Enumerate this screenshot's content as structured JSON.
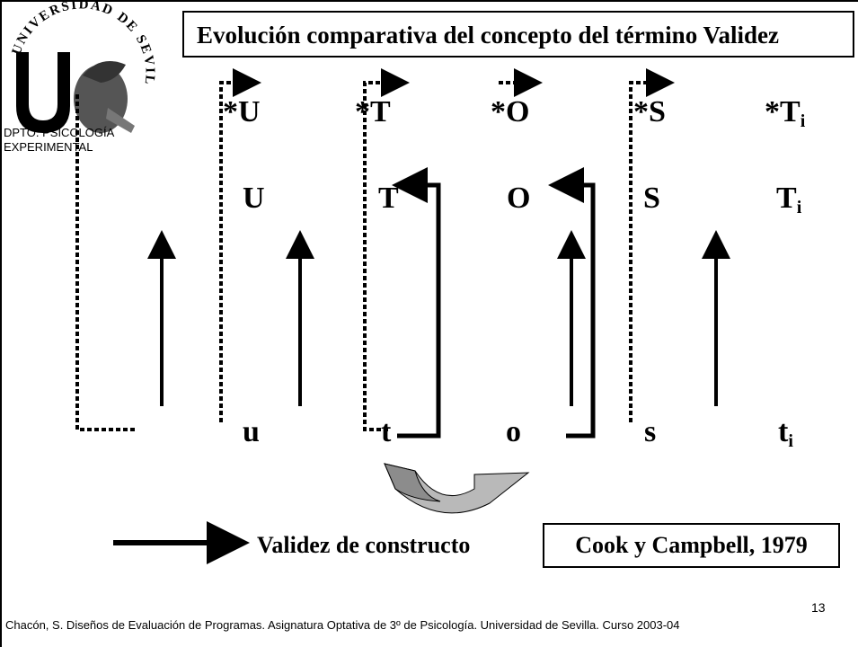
{
  "title": "Evolución comparativa del concepto del término Validez",
  "logo": {
    "arc_text": "UNIVERSIDAD DE SEVILLA",
    "letter": "u"
  },
  "department": "DPTO. PSICOLOGÍA EXPERIMENTAL",
  "row_top": {
    "u": "*U",
    "t": "*T",
    "o": "*O",
    "s": "*S",
    "ti": "*T",
    "ti_sub": "i"
  },
  "row_mid": {
    "u": "U",
    "t": "T",
    "o": "O",
    "s": "S",
    "ti": "T",
    "ti_sub": "i"
  },
  "row_bot": {
    "u": "u",
    "t": "t",
    "o": "o",
    "s": "s",
    "ti": "t",
    "ti_sub": "i"
  },
  "legend_label": "Validez de constructo",
  "reference": "Cook y Campbell, 1979",
  "footer": "Chacón, S. Diseños de Evaluación de Programas. Asignatura Optativa de 3º de Psicología. Universidad de Sevilla. Curso 2003-04",
  "page_number": "13"
}
